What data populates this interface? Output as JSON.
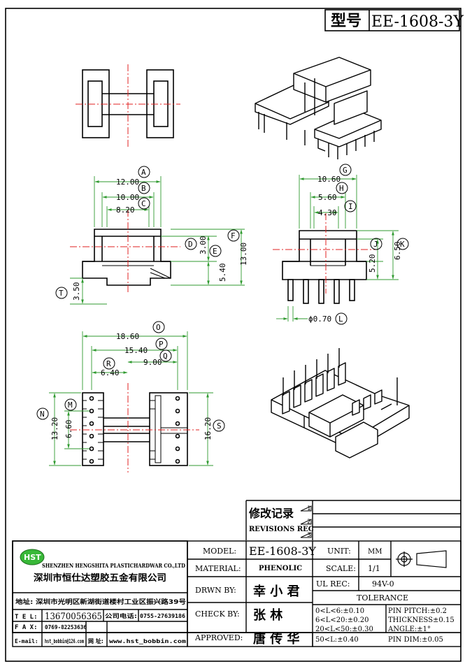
{
  "header": {
    "model_label": "型号",
    "model_value": "EE-1608-3Y"
  },
  "dims_front": {
    "A": "12.00",
    "B": "10.00",
    "C": "8.20",
    "D_val": "3.00",
    "E_val": "5.40",
    "F_val": "13.00",
    "T_val": "3.50",
    "letters": [
      "A",
      "B",
      "C",
      "D",
      "E",
      "F",
      "T"
    ]
  },
  "dims_side": {
    "G": "10.60",
    "H": "5.60",
    "I": "4.30",
    "J_val": "5.20",
    "K_val": "6.50",
    "L_val": "ϕ0.70",
    "letters": [
      "G",
      "H",
      "I",
      "J",
      "K",
      "L"
    ]
  },
  "dims_bottom": {
    "O": "18.60",
    "P": "15.40",
    "Q": "9.00",
    "R": "6.40",
    "M_val": "6.60",
    "N_val": "13.20",
    "S_val": "16.20",
    "letters": [
      "O",
      "P",
      "Q",
      "R",
      "M",
      "N",
      "S"
    ]
  },
  "revisions": {
    "title_cn": "修改记录",
    "title_en": "REVISIONS REC",
    "marks": [
      "1",
      "2",
      "3"
    ]
  },
  "company": {
    "logo": "HST",
    "name_en": "SHENZHEN HENGSHITA PLASTICHARDWAR CO.,LTD",
    "name_cn": "深圳市恒仕达塑胶五金有限公司",
    "address": "地址: 深圳市光明区新湖街道楼村工业区振兴路39号",
    "tel_label": "T E L:",
    "tel": "13670056365",
    "company_tel_label": "公司电话:",
    "company_tel": "0755-27639186",
    "fax_label": "F A X:",
    "fax": "0769-82253636",
    "email_label": "E-mail:",
    "email": "hst_bobbin@126.com",
    "web_label": "网 址:",
    "web": "www.hst_bobbin.com"
  },
  "titleblock": {
    "model_label": "MODEL:",
    "model": "EE-1608-3Y",
    "material_label": "MATERIAL:",
    "material": "PHENOLIC",
    "drawn_label": "DRWN BY:",
    "drawn": "幸 小 君",
    "check_label": "CHECK BY:",
    "check": "张   林",
    "approved_label": "APPROVED:",
    "approved": "唐 传 华",
    "unit_label": "UNIT:",
    "unit": "MM",
    "scale_label": "SCALE:",
    "scale": "1/1",
    "ul_label": "UL REC:",
    "ul": "94V-0",
    "tolerance_label": "TOLERANCE",
    "tol_left": [
      "0<L<6:±0.10",
      "6<L<20:±0.20",
      "20<L<50:±0.30",
      "50<L:±0.40"
    ],
    "tol_right": [
      "PIN PITCH:±0.2",
      "THICKNESS±0.15",
      "ANGLE:±1°",
      "PIN DIM:±0.05"
    ]
  }
}
